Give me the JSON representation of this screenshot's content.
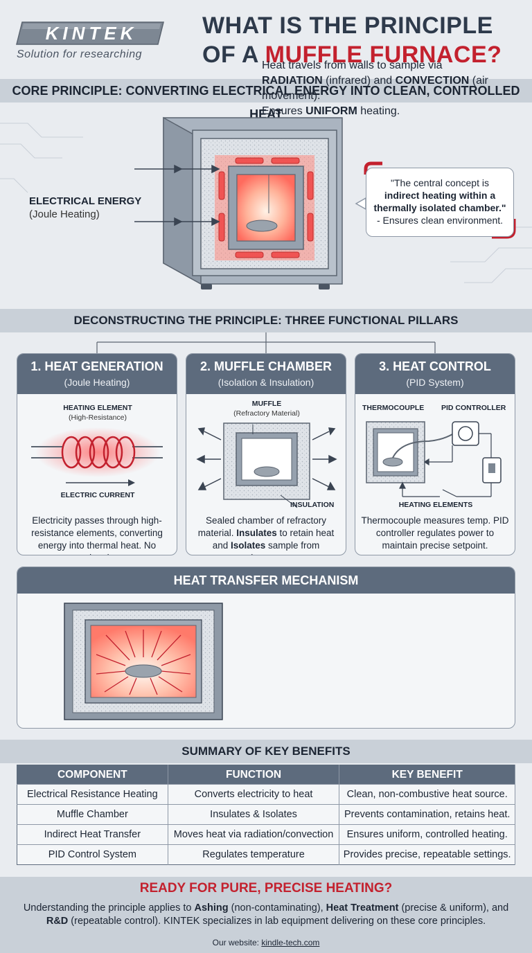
{
  "logo": {
    "brand": "KINTEK",
    "tagline": "Solution for researching"
  },
  "title": {
    "line1": "WHAT IS THE PRINCIPLE",
    "line2_plain": "OF A ",
    "line2_accent": "MUFFLE FURNACE?"
  },
  "core": {
    "band": "CORE PRINCIPLE: CONVERTING ELECTRICAL ENERGY INTO CLEAN, CONTROLLED HEAT",
    "input_title": "ELECTRICAL ENERGY",
    "input_sub": "(Joule Heating)",
    "quote_pre": "\"The central concept is ",
    "quote_bold": "indirect heating within a thermally isolated chamber.\"",
    "quote_post": "- Ensures clean environment."
  },
  "pillars_band": "DECONSTRUCTING THE PRINCIPLE: THREE FUNCTIONAL PILLARS",
  "pillars": [
    {
      "title": "1. HEAT GENERATION",
      "sub": "(Joule Heating)",
      "label1": "HEATING ELEMENT",
      "label1_sub": "(High-Resistance)",
      "label2": "ELECTRIC CURRENT",
      "desc": "Electricity passes through high-resistance elements, converting energy into thermal heat. No combustion."
    },
    {
      "title": "2. MUFFLE CHAMBER",
      "sub": "(Isolation & Insulation)",
      "label1": "MUFFLE",
      "label1_sub": "(Refractory Material)",
      "label2": "INSULATION",
      "desc_a": "Sealed chamber of refractory material. ",
      "desc_b": "Insulates",
      "desc_c": " to retain heat and ",
      "desc_d": "Isolates",
      "desc_e": " sample from elements."
    },
    {
      "title": "3. HEAT CONTROL",
      "sub": "(PID System)",
      "label1": "THERMOCOUPLE",
      "label2": "PID CONTROLLER",
      "label3": "HEATING ELEMENTS",
      "desc": "Thermocouple measures temp. PID controller regulates power to maintain precise setpoint."
    }
  ],
  "heat_transfer": {
    "title": "HEAT TRANSFER MECHANISM",
    "t1": "Heat travels from walls to sample via ",
    "t2": "RADIATION",
    "t3": " (infrared) and ",
    "t4": "CONVECTION",
    "t5": " (air movement).",
    "t6": "Ensures ",
    "t7": "UNIFORM",
    "t8": " heating."
  },
  "summary": {
    "band": "SUMMARY OF KEY BENEFITS",
    "headers": [
      "COMPONENT",
      "FUNCTION",
      "KEY BENEFIT"
    ],
    "rows": [
      [
        "Electrical Resistance Heating",
        "Converts electricity to heat",
        "Clean, non-combustive heat source."
      ],
      [
        "Muffle Chamber",
        "Insulates & Isolates",
        "Prevents contamination, retains heat."
      ],
      [
        "Indirect Heat Transfer",
        "Moves heat via radiation/convection",
        "Ensures uniform, controlled heating."
      ],
      [
        "PID Control System",
        "Regulates temperature",
        "Provides precise, repeatable settings."
      ]
    ]
  },
  "footer": {
    "cta": "READY FOR PURE, PRECISE HEATING?",
    "p1": "Understanding the principle applies to ",
    "b1": "Ashing",
    "p2": " (non-contaminating), ",
    "b2": "Heat Treatment",
    "p3": " (precise & uniform), and ",
    "b3": "R&D",
    "p4": " (repeatable control). KINTEK specializes in lab equipment delivering on these core principles.",
    "site_label": "Our website: ",
    "site_link": "kindle-tech.com"
  },
  "colors": {
    "accent_red": "#c3212e",
    "slate": "#5d6b7d",
    "heat": "#f04a4a"
  }
}
